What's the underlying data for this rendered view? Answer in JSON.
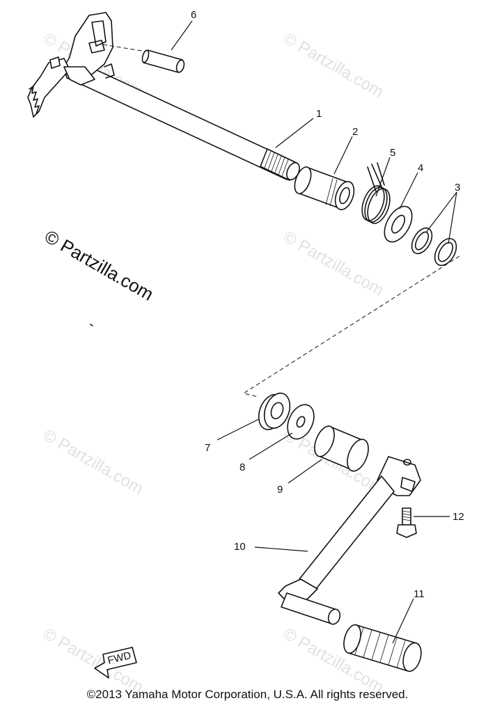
{
  "watermark": {
    "dark_text": "© Partzilla.com",
    "light_text": "© Partzilla.com"
  },
  "callouts": [
    {
      "id": "1",
      "label": "1"
    },
    {
      "id": "2",
      "label": "2"
    },
    {
      "id": "3",
      "label": "3"
    },
    {
      "id": "4",
      "label": "4"
    },
    {
      "id": "5",
      "label": "5"
    },
    {
      "id": "6",
      "label": "6"
    },
    {
      "id": "7",
      "label": "7"
    },
    {
      "id": "8",
      "label": "8"
    },
    {
      "id": "9",
      "label": "9"
    },
    {
      "id": "10",
      "label": "10"
    },
    {
      "id": "11",
      "label": "11"
    },
    {
      "id": "12",
      "label": "12"
    }
  ],
  "fwd_label": "FWD",
  "copyright": "©2013  Yamaha Motor Corporation, U.S.A. All rights reserved."
}
